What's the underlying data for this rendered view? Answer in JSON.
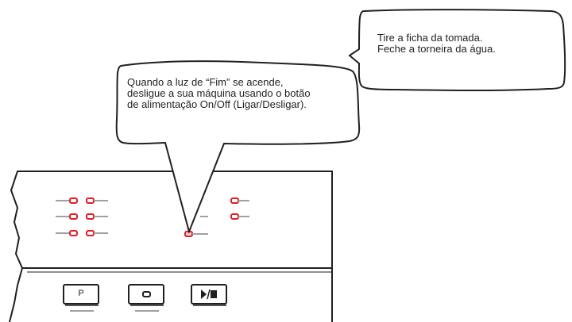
{
  "callout_left": {
    "lines": [
      "Quando a luz de “Fim” se acende,",
      "desligue a sua máquina usando o botão",
      "de alimentação On/Off (Ligar/Desligar)."
    ]
  },
  "callout_right": {
    "lines": [
      "Tire a ficha da tomada.",
      "Feche a torneira da água."
    ]
  },
  "panel": {
    "button_p_label": "P",
    "indicator_color": "#e31e24",
    "finish_indicator_lit": true
  },
  "colors": {
    "outline": "#231f20",
    "led": "#e31e24",
    "led_line": "#a0a0a0"
  },
  "icons": [
    "stop-icon",
    "play-pause-icon"
  ]
}
